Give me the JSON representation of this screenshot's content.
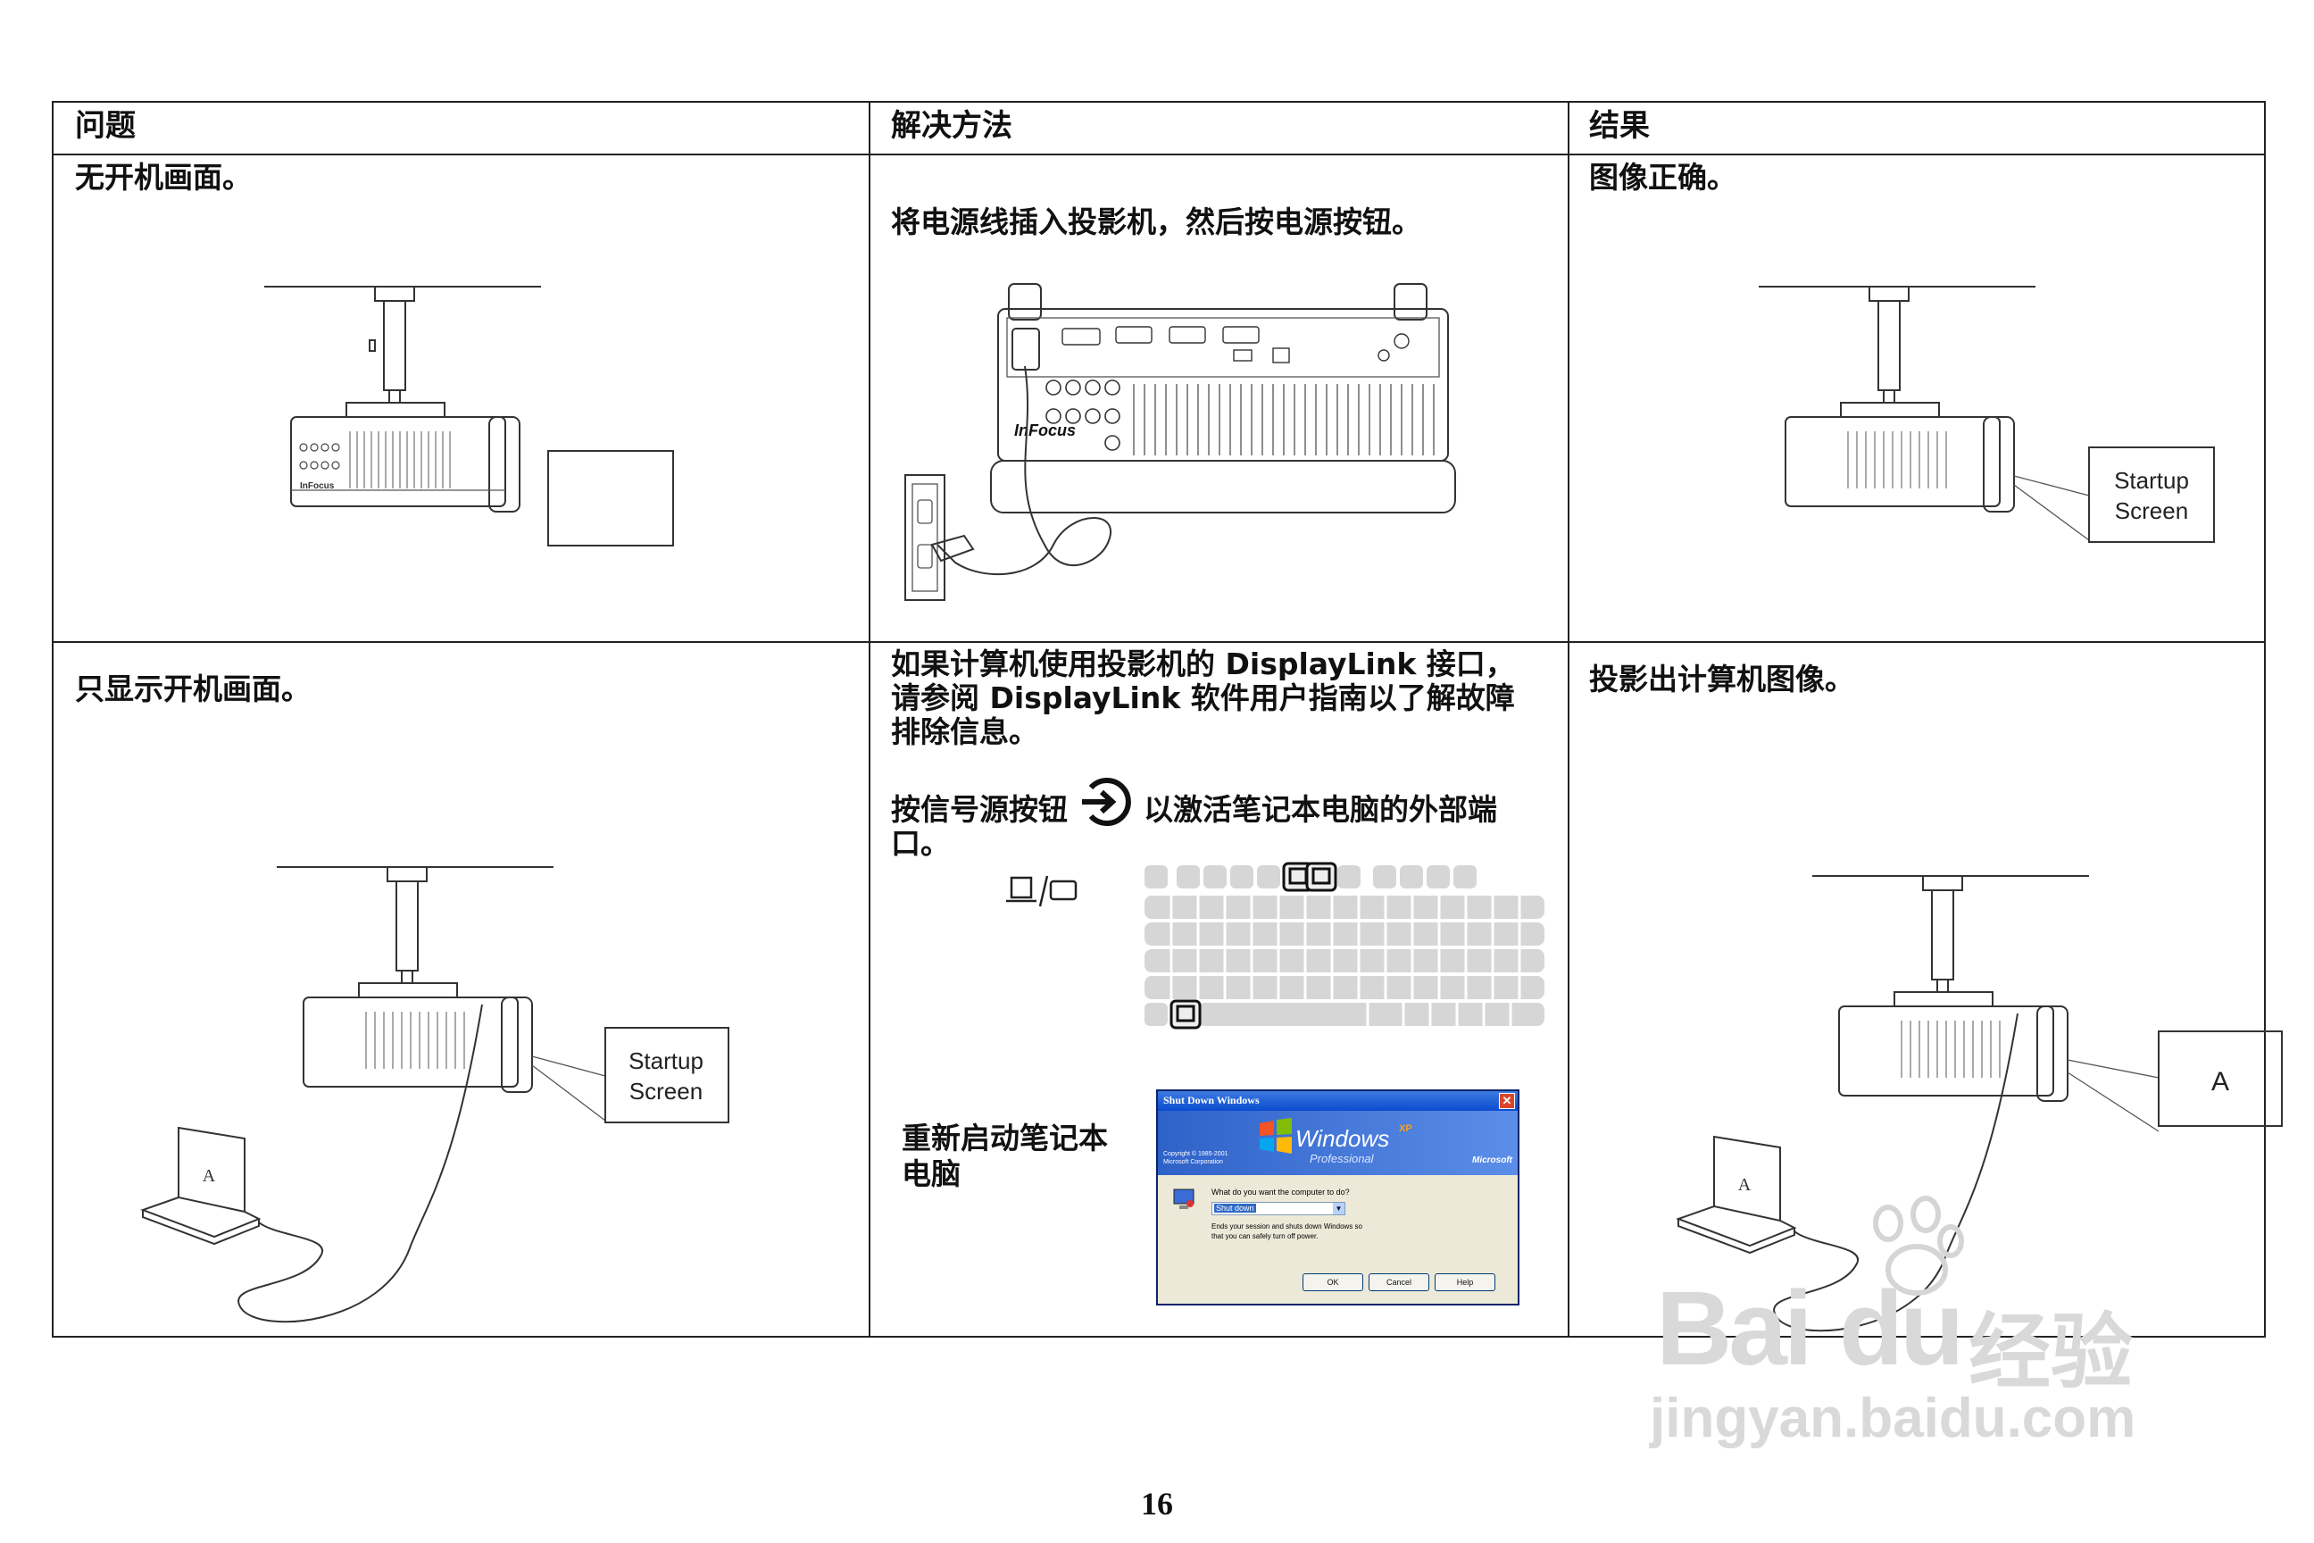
{
  "header": {
    "col1": "问题",
    "col2": "解决方法",
    "col3": "结果"
  },
  "row1": {
    "problem": "无开机画面。",
    "solution": "将电源线插入投影机，然后按电源按钮。",
    "result": "图像正确。",
    "result_screen_line1": "Startup",
    "result_screen_line2": "Screen",
    "brand": "InFocus"
  },
  "row2": {
    "problem": "只显示开机画面。",
    "solution_p1": "如果计算机使用投影机的 DisplayLink 接口，请参阅 DisplayLink 软件用户指南以了解故障排除信息。",
    "solution_p2a": "按信号源按钮",
    "solution_p2b": "以激活笔记本电脑的外部端口。",
    "restart_label": "重新启动笔记本电脑",
    "screen_line1": "Startup",
    "screen_line2": "Screen",
    "laptop_letter": "A",
    "result": "投影出计算机图像。",
    "result_screen_letter": "A",
    "dialog": {
      "title": "Shut Down Windows",
      "brand": "Windows",
      "brand_sup": "XP",
      "edition": "Professional",
      "copyright": "Copyright © 1985-2001 Microsoft Corporation",
      "ms": "Microsoft",
      "question": "What do you want the computer to do?",
      "selected": "Shut down",
      "description": "Ends your session and shuts down Windows so that you can safely turn off power.",
      "ok": "OK",
      "cancel": "Cancel",
      "help": "Help"
    }
  },
  "page_number": "16",
  "watermark": {
    "logo": "Bai",
    "logo2": "du",
    "logo_cn": "经验",
    "url": "jingyan.baidu.com"
  }
}
